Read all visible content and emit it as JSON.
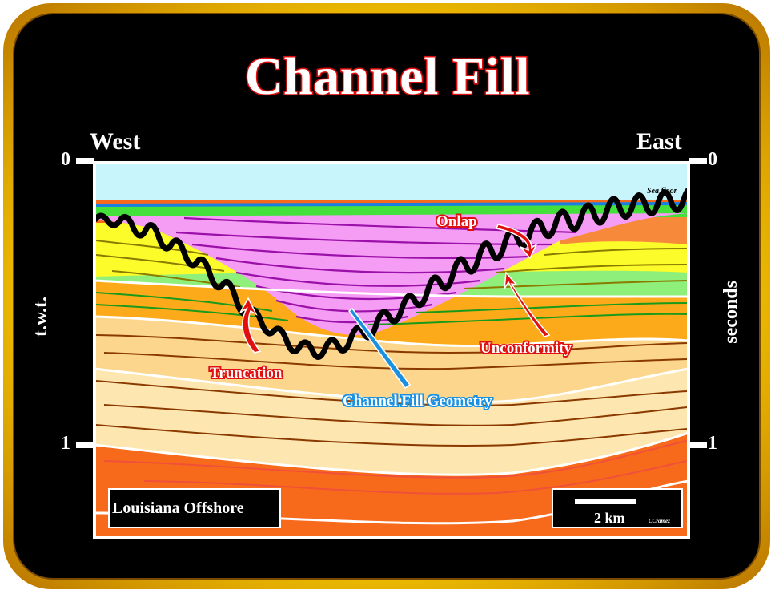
{
  "title": "Channel Fill",
  "directions": {
    "left": "West",
    "right": "East"
  },
  "axis": {
    "left_label": "t.w.t.",
    "right_label": "seconds",
    "left_ticks": [
      "0",
      "1"
    ],
    "right_ticks": [
      "0",
      "1"
    ]
  },
  "annotations": {
    "sea_floor": "Sea floor",
    "onlap": "Onlap",
    "truncation": "Truncation",
    "unconformity": "Unconformity",
    "channel_fill_geometry": "Channel Fill Geometry"
  },
  "location_label": "Louisiana Offshore",
  "scale": {
    "label": "2 km",
    "credit": "CCramez"
  },
  "colors": {
    "sky": "#c8f4fb",
    "water_line": "#1a7fe0",
    "green_top": "#44e03c",
    "channel_fill": "#f59cf5",
    "channel_lines": "#9a10a8",
    "yellow": "#fcfc2a",
    "green": "#8ef07a",
    "orange": "#fcaa1a",
    "light_orange": "#fcd68c",
    "pale": "#fde6b0",
    "deep_orange": "#f76a1c",
    "label_red": "#e01010",
    "label_blue": "#1a90e0"
  }
}
